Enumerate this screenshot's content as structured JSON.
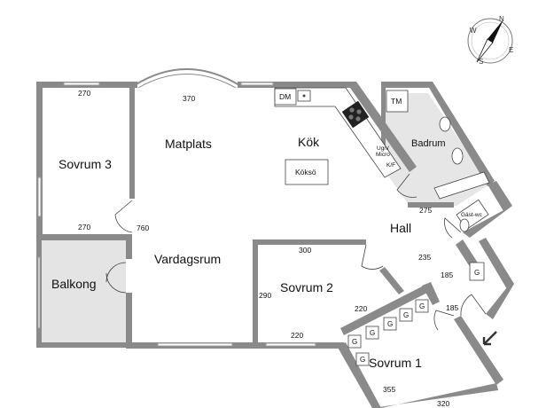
{
  "rooms": {
    "sovrum3": "Sovrum 3",
    "matplats": "Matplats",
    "kok": "Kök",
    "badrum": "Badrum",
    "balkong": "Balkong",
    "vardagsrum": "Vardagsrum",
    "sovrum2": "Sovrum 2",
    "hall": "Hall",
    "sovrum1": "Sovrum 1",
    "gastwc": "Gäst-wc"
  },
  "fixtures": {
    "dm": "DM",
    "tm": "TM",
    "kokso": "Köksö",
    "ugn": "Ugn/",
    "micro": "Micro",
    "kf": "K/F",
    "g": "G"
  },
  "dimensions": {
    "sovrum3_top": "270",
    "sovrum3_bottom": "270",
    "matplats_top": "370",
    "vardagsrum_side": "760",
    "sovrum2_top": "300",
    "sovrum2_side": "290",
    "sovrum2_inner": "220",
    "sovrum2_bottom": "220",
    "hall_a": "275",
    "hall_b": "235",
    "hall_c": "185",
    "hall_d": "185",
    "sovrum1_a": "355",
    "sovrum1_b": "320"
  },
  "compass": {
    "n": "N",
    "e": "E",
    "s": "S",
    "w": "W"
  },
  "colors": {
    "wall": "#8a8a8a",
    "balcony": "#e4e4e4",
    "bath": "#e6e6e6"
  }
}
